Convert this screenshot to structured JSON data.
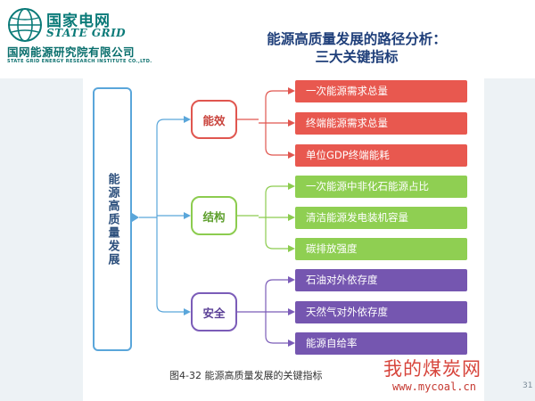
{
  "header": {
    "logo_cn": "国家电网",
    "logo_en": "STATE GRID",
    "org_cn": "国网能源研究院有限公司",
    "org_en": "STATE GRID ENERGY RESEARCH INSTITUTE CO.,LTD."
  },
  "title": {
    "line1": "能源高质量发展的路径分析：",
    "line2": "三大关键指标"
  },
  "diagram": {
    "root": "能源高质量发展",
    "categories": [
      {
        "label": "能效",
        "color": "#e0564f",
        "leaves": [
          "一次能源需求总量",
          "终端能源需求总量",
          "单位GDP终端能耗"
        ]
      },
      {
        "label": "结构",
        "color": "#8ccc4f",
        "leaves": [
          "一次能源中非化石能源占比",
          "清洁能源发电装机容量",
          "碳排放强度"
        ]
      },
      {
        "label": "安全",
        "color": "#7b5cb8",
        "leaves": [
          "石油对外依存度",
          "天然气对外依存度",
          "能源自给率"
        ]
      }
    ]
  },
  "caption": "图4-32    能源高质量发展的关键指标",
  "watermark": {
    "text": "我的煤炭网",
    "url": "www.mycoal.cn"
  },
  "page_number": "31"
}
